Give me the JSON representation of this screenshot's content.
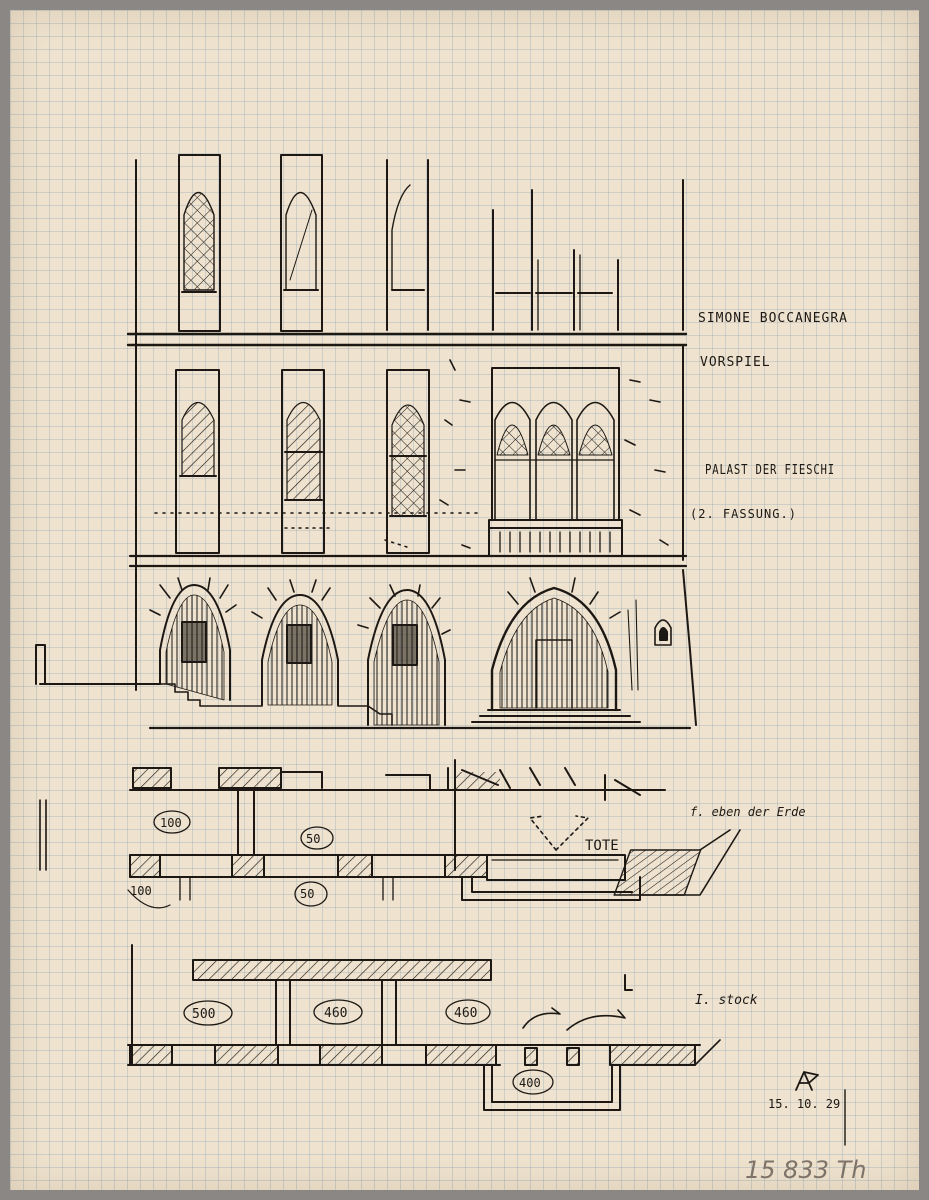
{
  "sheet": {
    "title": "SIMONE BOCCANEGRA",
    "subtitle": "VORSPIEL",
    "palace_label": "PALAST DER FIESCHI",
    "version_label": "(2. FASSUNG.)",
    "ground_floor_label": "f. eben der Erde",
    "first_floor_label": "I. stock",
    "door_label": "TOTE",
    "date": "15. 10. 29",
    "inventory_number": "15 833 Th"
  },
  "plan_ground": {
    "dimensions": [
      "100",
      "50",
      "50",
      "100"
    ]
  },
  "plan_first": {
    "dimensions": [
      "500",
      "460",
      "460",
      "400"
    ]
  },
  "colors": {
    "paper": "#efe3cf",
    "ink": "#1d1813",
    "grid": "#7896af",
    "pencil": "#7d7369",
    "mount": "#8a8784"
  }
}
